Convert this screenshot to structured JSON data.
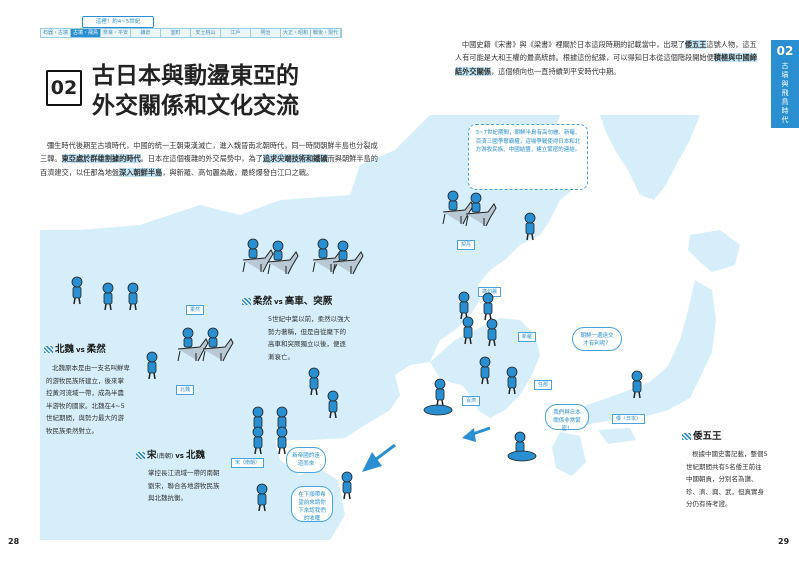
{
  "timeline": {
    "arrow_label": "這裡！約4~5世紀",
    "cells": [
      "石器・古墳",
      "古墳・飛鳥",
      "奈良・平安",
      "鎌倉",
      "室町",
      "安土桃山",
      "江戶",
      "明治",
      "大正・昭和",
      "戰後・現代"
    ],
    "active_index": 1
  },
  "chapter": {
    "number": "02",
    "title_line1": "古日本與動盪東亞的",
    "title_line2": "外交關係和文化交流"
  },
  "intro": {
    "segments": [
      {
        "text": "彌生時代後期至古墳時代，中國的統一王朝東漢滅亡，進入魏晉南北朝時代，同一時間朝鮮半島也分裂成三韓。",
        "hl": false
      },
      {
        "text": "東亞處於群雄割據的時代",
        "hl": true
      },
      {
        "text": "。日本在這個複雜的外交局勢中，為了",
        "hl": false
      },
      {
        "text": "追求尖端技術和鐵礦",
        "hl": true
      },
      {
        "text": "而與朝鮮半島的百濟建交，以任那為地盤",
        "hl": false
      },
      {
        "text": "深入朝鮮半島",
        "hl": true
      },
      {
        "text": "，與新羅、高句麗為敵，最終爆發白江口之戰。",
        "hl": false
      }
    ]
  },
  "right_text": {
    "segments": [
      {
        "text": "中國史籍《宋書》與《梁書》裡關於日本這段時期的記載當中，出現了",
        "hl": false
      },
      {
        "text": "倭五王",
        "hl": true
      },
      {
        "text": "這號人物，這五人有可能是大和王權的最高統帥。根據這份紀錄，可以得知日本從這個階段開始便",
        "hl": false
      },
      {
        "text": "積極與中國締結外交關係",
        "hl": true
      },
      {
        "text": "，這個傾向也一直持續到平安時代中期。",
        "hl": false
      }
    ]
  },
  "side_tab": {
    "number": "02",
    "label": "古墳與飛鳥時代"
  },
  "sections": {
    "beiwei": {
      "title_a": "北魏",
      "vs": "vs",
      "title_b": "柔然",
      "text": "北魏原本是由一支名叫鮮卑的游牧民族所建立，後來掌控黃河流域一帶，成為半農半游牧的國家。北魏在4~5世紀期間，與勢力最大的游牧民族柔然對立。"
    },
    "rouran": {
      "title_a": "柔然",
      "vs": "vs",
      "title_b": "高車、突厥",
      "text": "5世紀中葉以前，柔然以強大勢力著稱，但是自從麾下的高車和突厥獨立以後，便逐漸衰亡。"
    },
    "song": {
      "title_a": "宋",
      "small": "(南朝)",
      "vs": "vs",
      "title_b": "北魏",
      "text": "掌控長江流域一帶的南朝劉宋，聯合各地游牧民族與北魏抗衡。"
    },
    "wo": {
      "title": "倭五王",
      "text": "根據中國史書記載，整個5世紀期間共有5名倭王前往中國朝貢，分別名為讚、珍、濟、興、武，但真實身分仍有待考證。"
    }
  },
  "bubble_top": "3~7世紀期間，朝鮮半島有高句麗、新羅、百濟三國爭奪霸權，這場爭戰使得日本和北方游牧民族、中國結盟，建立緊密的連結。",
  "speech": {
    "song": "新帝國的遠道而來",
    "song_reply": "在下順帶希望前來請你下來認我們的收穫",
    "wo": "朝鮮一邊遠交才有利呢？",
    "baekje": "我們與日本關係非常緊密！"
  },
  "map_labels": {
    "khitan": "契丹",
    "goguryeo": "高句麗",
    "silla": "新羅",
    "baekje": "百濟",
    "imna": "任那",
    "wo": "倭（日本）",
    "rouran": "柔然",
    "beiwei": "北魏",
    "song": "宋（南朝）"
  },
  "page_numbers": {
    "left": "28",
    "right": "29"
  },
  "colors": {
    "sea": "#ffffff",
    "land": "#d6eef9",
    "accent": "#2a8fd0"
  }
}
